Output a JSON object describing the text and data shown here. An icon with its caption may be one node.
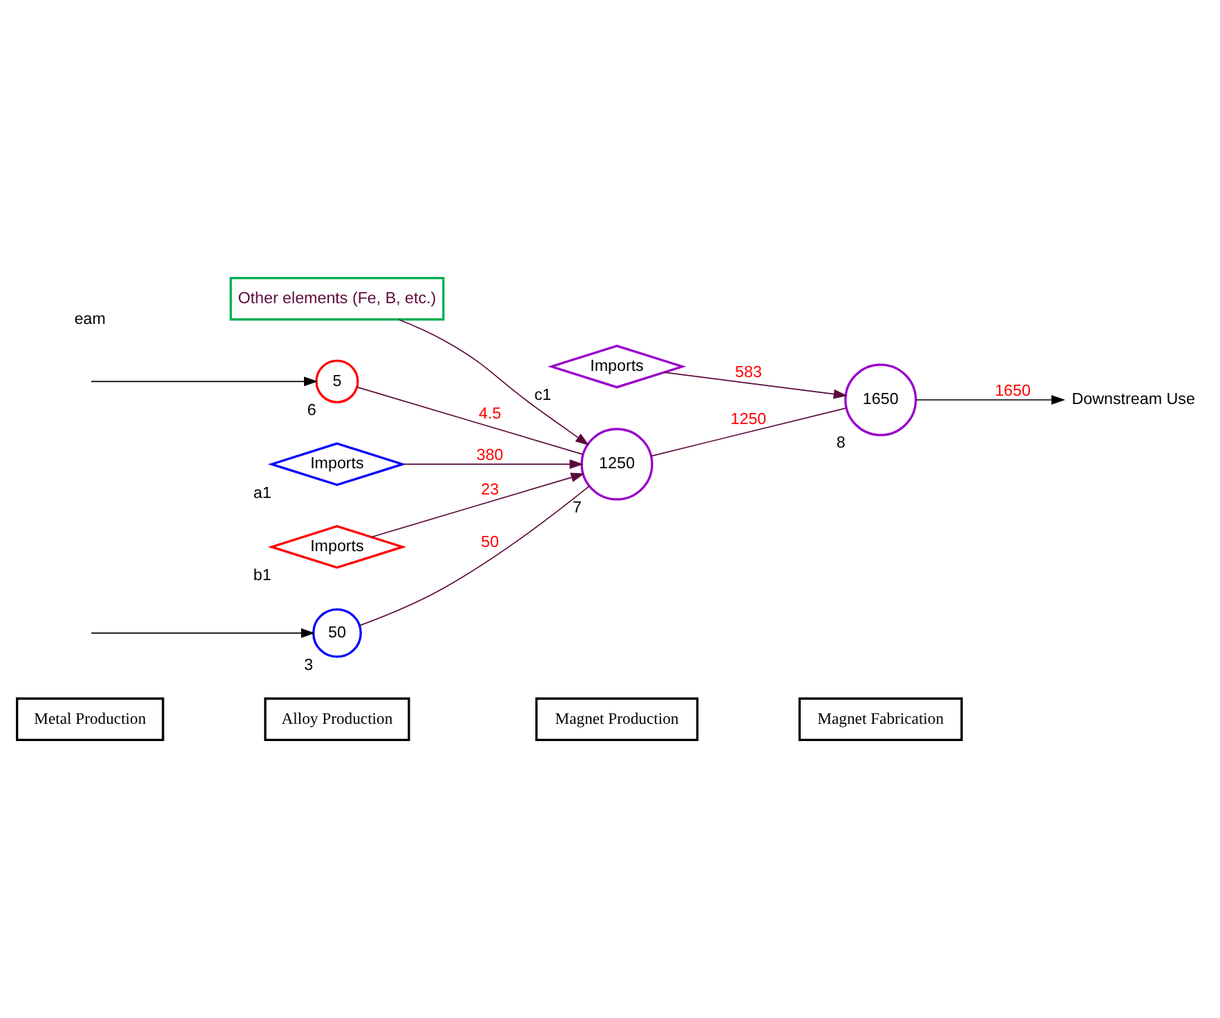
{
  "diagram": {
    "nodes": [
      {
        "text": [
          "Metal Production"
        ]
      },
      {
        "text": [
          "Alloy Production"
        ]
      },
      {
        "text": [
          "Magnet Production"
        ]
      },
      {
        "text": [
          "Magnet Fabrication"
        ]
      },
      {
        "text": [
          "50"
        ],
        "beside": [
          "3"
        ]
      },
      {
        "text": [
          "Other elements (Fe, B, etc.)"
        ]
      },
      {
        "text": [
          "1250"
        ],
        "beside": [
          "7"
        ]
      },
      {
        "text": [
          "1650"
        ],
        "beside": [
          "8"
        ]
      },
      {
        "text": [
          "Downstream Use"
        ]
      },
      {
        "text": [
          "5"
        ],
        "beside": [
          "6"
        ]
      },
      {
        "text": [
          "Imports"
        ],
        "beside": [
          "c1"
        ]
      },
      {
        "text": [
          "Imports"
        ],
        "beside": [
          "a1"
        ]
      },
      {
        "text": [
          "Imports"
        ],
        "beside": [
          "b1"
        ]
      }
    ],
    "edges": [
      {
        "from": null,
        "to": 4,
        "arrow": "to",
        "color": "#000000"
      },
      {
        "from": null,
        "to": 9,
        "arrow": "to",
        "color": "#000000"
      },
      {
        "from": 4,
        "to": 6,
        "arrow": "none",
        "label": "50"
      },
      {
        "from": 11,
        "to": 6,
        "arrow": "to",
        "label": "380"
      },
      {
        "from": 5,
        "to": 6,
        "arrow": "to"
      },
      {
        "from": 9,
        "to": 6,
        "arrow": "none",
        "label": "4.5"
      },
      {
        "from": 12,
        "to": 6,
        "arrow": "to",
        "label": "23"
      },
      {
        "from": 6,
        "to": 7,
        "arrow": "none",
        "label": "1250"
      },
      {
        "from": 10,
        "to": 7,
        "arrow": "to",
        "label": "583"
      },
      {
        "from": 7,
        "to": 8,
        "arrow": "to",
        "label": "1650",
        "color": "#000000"
      }
    ],
    "labels": [
      "eam"
    ]
  }
}
